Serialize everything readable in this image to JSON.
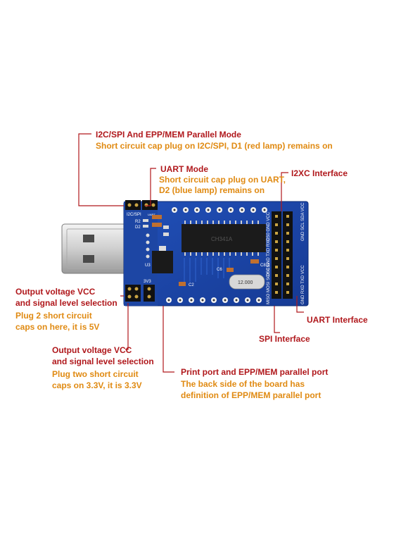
{
  "board": {
    "jumper_label": "I2C/SPI",
    "jumper_label2": "UART",
    "volt_label": "3V3",
    "chip_label": "CH341A",
    "crystal_label": "12.000",
    "ref_r2": "R2",
    "ref_d2": "D2",
    "ref_u3": "U3",
    "ref_c2": "C2",
    "ref_c8": "C8",
    "ref_c6": "C6",
    "header_top_label": "CS0 GND VCC",
    "header_right_label": "GND SCL SDA VCC",
    "header_mid_label": "CS1 GND TXD RXD",
    "spi_pins_label": "MISO MOSI SCK CS2",
    "uart_pins_label": "GND RXD TXD VCC"
  },
  "annotations": {
    "i2c_spi_mode": {
      "title": "I2C/SPI And EPP/MEM Parallel Mode",
      "desc": "Short circuit cap plug on I2C/SPI, D1 (red lamp) remains on"
    },
    "uart_mode": {
      "title": "UART Mode",
      "desc_line1": "Short circuit cap plug on UART,",
      "desc_line2": "D2 (blue lamp) remains on"
    },
    "i2xc": {
      "title": "I2XC  Interface"
    },
    "uart_interface": {
      "title": "UART  Interface"
    },
    "spi_interface": {
      "title": "SPI Interface"
    },
    "vcc_5v": {
      "title_line1": "Output voltage VCC",
      "title_line2": "and signal level selection",
      "desc_line1": "Plug 2 short circuit",
      "desc_line2": "caps on here, it is 5V"
    },
    "vcc_3v3": {
      "title_line1": "Output voltage VCC",
      "title_line2": "and signal level selection",
      "desc_line1": "Plug two short circuit",
      "desc_line2": "caps on 3.3V, it is 3.3V"
    },
    "print_port": {
      "title": "Print port and EPP/MEM parallel port",
      "desc_line1": "The back side of the board has",
      "desc_line2": "definition of EPP/MEM parallel port"
    }
  },
  "colors": {
    "pcb": "#1a44a8",
    "annotation_title": "#b0181c",
    "annotation_desc": "#e08a12"
  }
}
